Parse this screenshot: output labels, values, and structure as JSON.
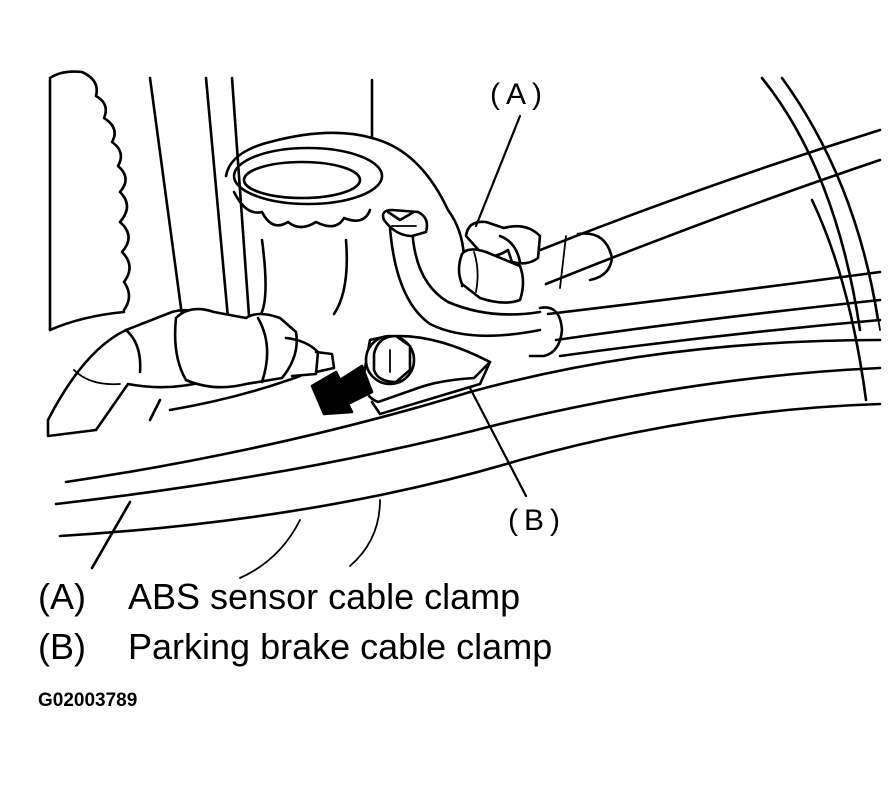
{
  "callouts": {
    "a": "(A)",
    "b": "(B)"
  },
  "legend": [
    {
      "key": "(A)",
      "text": "ABS sensor cable clamp"
    },
    {
      "key": "(B)",
      "text": "Parking brake cable clamp"
    }
  ],
  "figure_id": "G02003789"
}
